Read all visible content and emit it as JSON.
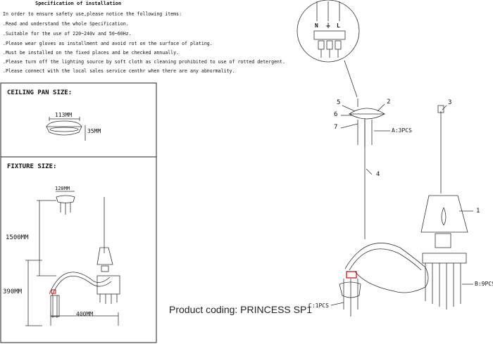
{
  "spec": {
    "title": "Specification of installation",
    "lines": [
      "In order to ensure safety use,please notice the following items:",
      ".Read and understand the whole Specification.",
      ".Suitable for the use of 220~240v and 50~60Hz.",
      ".Please wear gloves as installment and avoid rot on the surface of plating.",
      ".Must be installed on the fixed places and be checked annually.",
      ".Please turn off the lighting source by soft cloth as cleaning prohibited to use of rotted detergent.",
      ".Please connect with the local sales service centhr when there are any abnormality."
    ]
  },
  "ceiling_pan": {
    "title": "CEILING PAN SIZE:",
    "width": "113MM",
    "height": "35MM"
  },
  "fixture": {
    "title": "FIXTURE SIZE:",
    "top_width": "120MM",
    "chain": "1500MM",
    "height": "390MM",
    "width": "400MM"
  },
  "terminal": {
    "n": "N",
    "ground": "⏚",
    "l": "L"
  },
  "callouts": {
    "c1": "1",
    "c2": "2",
    "c3": "3",
    "c4": "4",
    "c5": "5",
    "c6": "6",
    "c7": "7"
  },
  "parts": {
    "a": "A:3PCS",
    "b": "B:9PCS",
    "c": "C:1PCS"
  },
  "product": "Product coding: PRINCESS SP1"
}
